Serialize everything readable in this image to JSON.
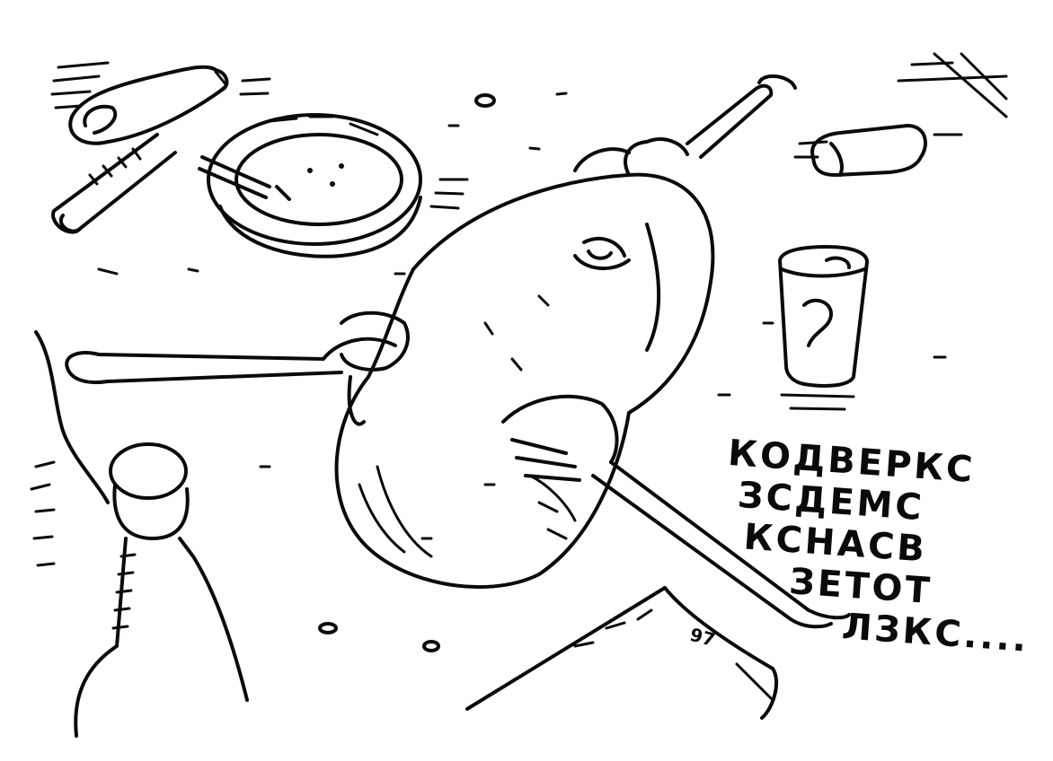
{
  "caption_lines": [
    "КОДВЕРКС",
    "ЗСДЕМС",
    "КСНАСВ",
    "ЗЕТОТ",
    "ЛЗКС...."
  ],
  "signature": "97",
  "colors": {
    "ink": "#0a0a0a",
    "paper": "#ffffff"
  }
}
